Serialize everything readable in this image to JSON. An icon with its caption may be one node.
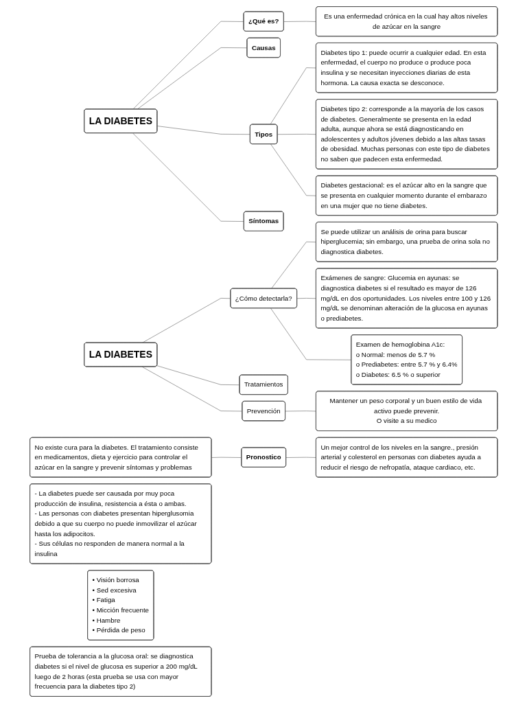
{
  "diagram": {
    "nodes": [
      {
        "text": [
          "LA DIABETES"
        ]
      },
      {
        "text": [
          "¿Qué es?"
        ]
      },
      {
        "text": [
          "Causas"
        ]
      },
      {
        "text": [
          "Tipos"
        ]
      },
      {
        "text": [
          "Síntomas"
        ]
      },
      {
        "text": [
          "Es una enfermedad crónica en la cual hay altos niveles de azúcar en la sangre"
        ]
      },
      {
        "text": [
          "- La diabetes puede ser causada por muy poca producción de insulina, resistencia a ésta o ambas.",
          "- Las personas con diabetes presentan hiperglusomia debido a que su cuerpo no puede inmovilizar el azúcar hasta los adipocitos.",
          "- Sus células no responden de manera normal a la insulina"
        ]
      },
      {
        "text": [
          "Diabetes tipo 1: puede ocurrir a cualquier edad. En esta enfermedad, el cuerpo no produce o produce poca insulina y se necesitan inyecciones diarias de esta hormona. La causa exacta se desconoce."
        ]
      },
      {
        "text": [
          "Diabetes tipo 2: corresponde a la mayoría de los casos de diabetes. Generalmente se presenta en la edad adulta, aunque ahora se está diagnosticando en adolescentes y adultos jóvenes debido a las altas tasas de obesidad. Muchas personas con este tipo de diabetes no saben que padecen esta enfermedad."
        ]
      },
      {
        "text": [
          "Diabetes gestacional: es el azúcar alto en la sangre que se presenta en cualquier momento durante el embarazo en una mujer que no tiene diabetes."
        ]
      },
      {
        "text": [
          "• Visión borrosa",
          "• Sed excesiva",
          "• Fatiga",
          "• Micción frecuente",
          "• Hambre",
          "• Pérdida de peso"
        ]
      },
      {
        "text": [
          "LA DIABETES"
        ]
      },
      {
        "text": [
          "¿Cómo detectarla?"
        ]
      },
      {
        "text": [
          "Tratamientos"
        ]
      },
      {
        "text": [
          "Prevención"
        ]
      },
      {
        "text": [
          "Se puede utilizar un análisis de orina para buscar hiperglucemia; sin embargo, una prueba de orina sola no diagnostica diabetes."
        ]
      },
      {
        "text": [
          "Exámenes de sangre: Glucemia en ayunas: se diagnostica diabetes si el resultado es mayor de 126 mg/dL en dos oportunidades. Los niveles entre 100 y 126 mg/dL se denominan alteración de la glucosa en ayunas o prediabetes."
        ]
      },
      {
        "text": [
          "Prueba de tolerancia a la glucosa oral: se diagnostica diabetes si el nivel de glucosa es superior a 200 mg/dL luego de 2 horas (esta prueba se usa con mayor frecuencia para la diabetes tipo 2)"
        ]
      },
      {
        "text": [
          "Examen de hemoglobina A1c:",
          "o Normal: menos de 5.7 %",
          "o Prediabetes: entre 5.7 % y 6.4%",
          "o Diabetes: 6.5 % o superior"
        ]
      },
      {
        "text": [
          "No existe cura para la diabetes. El tratamiento consiste en medicamentos, dieta y ejercicio para controlar el azúcar en la sangre y prevenir síntomas y problemas"
        ]
      },
      {
        "text": [
          "Mantener un peso corporal y un buen estilo de vida activo puede prevenir.",
          "O visite a su medico"
        ]
      },
      {
        "text": [
          "Pronostico"
        ]
      },
      {
        "text": [
          "Un mejor control de los niveles en la sangre., presión arterial y colesterol en personas con diabetes ayuda a reducir el riesgo de nefropatía, ataque cardiaco, etc."
        ]
      }
    ],
    "edges": [
      {
        "from": 0,
        "to": 1,
        "arrow": "none"
      },
      {
        "from": 0,
        "to": 2,
        "arrow": "none"
      },
      {
        "from": 0,
        "to": 3,
        "arrow": "none"
      },
      {
        "from": 0,
        "to": 4,
        "arrow": "none"
      },
      {
        "from": 1,
        "to": 5,
        "arrow": "none"
      },
      {
        "from": 3,
        "to": 7,
        "arrow": "none"
      },
      {
        "from": 3,
        "to": 8,
        "arrow": "none"
      },
      {
        "from": 3,
        "to": 9,
        "arrow": "none"
      },
      {
        "from": 11,
        "to": 12,
        "arrow": "none"
      },
      {
        "from": 11,
        "to": 13,
        "arrow": "none"
      },
      {
        "from": 11,
        "to": 14,
        "arrow": "none"
      },
      {
        "from": 12,
        "to": 15,
        "arrow": "none"
      },
      {
        "from": 12,
        "to": 16,
        "arrow": "none"
      },
      {
        "from": 12,
        "to": 18,
        "arrow": "none"
      },
      {
        "from": 14,
        "to": 20,
        "arrow": "none"
      },
      {
        "from": 19,
        "to": 21,
        "arrow": "none"
      },
      {
        "from": 21,
        "to": 22,
        "arrow": "none"
      }
    ]
  }
}
